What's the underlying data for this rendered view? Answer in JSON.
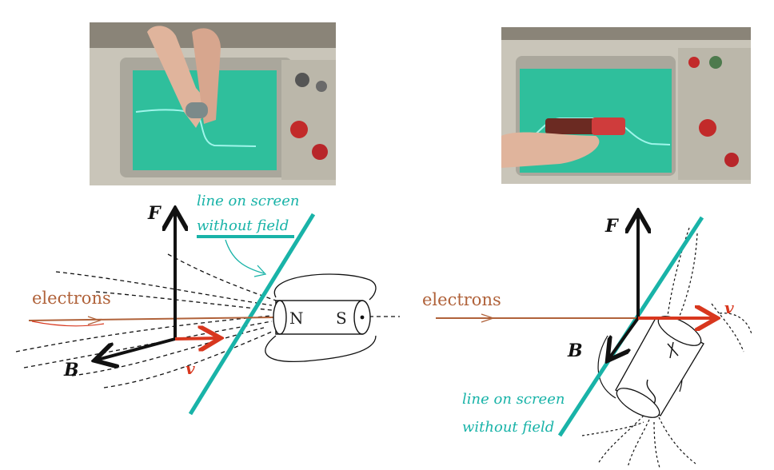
{
  "left_diagram": {
    "electrons_label": "electrons",
    "force_label": "F",
    "field_label": "B",
    "velocity_label": "v",
    "screen_line_label_line1": "line on screen",
    "screen_line_label_line2": "without field",
    "magnet_north": "N",
    "magnet_south": "S"
  },
  "right_diagram": {
    "electrons_label": "electrons",
    "force_label": "F",
    "field_label": "B",
    "velocity_label": "v",
    "screen_line_label_line1": "line on screen",
    "screen_line_label_line2": "without field"
  },
  "colors": {
    "teal": "#19b3a8",
    "red": "#d8371e",
    "brown": "#b0623a",
    "screen": "#2fbf9c"
  }
}
